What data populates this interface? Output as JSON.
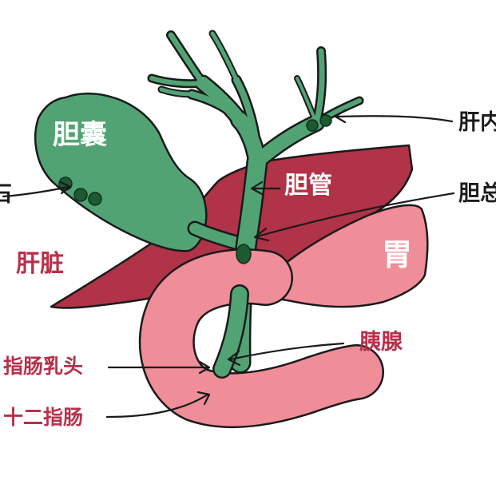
{
  "labels": {
    "gallbladder": "胆囊",
    "bile_duct": "胆管",
    "stomach": "胃",
    "liver": "肝脏",
    "pancreas": "胰腺",
    "papilla": "指肠乳头",
    "duodenum": "十二指肠",
    "intrahepatic_partial": "肝内",
    "common_bile_partial": "胆总",
    "stone_partial": "石"
  },
  "colors": {
    "liver": "#b03347",
    "stomach_duodenum": "#ef8d98",
    "biliary": "#52a374",
    "stone": "#1c5a32",
    "outline": "#1a1a1a",
    "text_dark": "#1c1c1c",
    "text_red": "#b8304a",
    "text_white": "#ffffff"
  }
}
